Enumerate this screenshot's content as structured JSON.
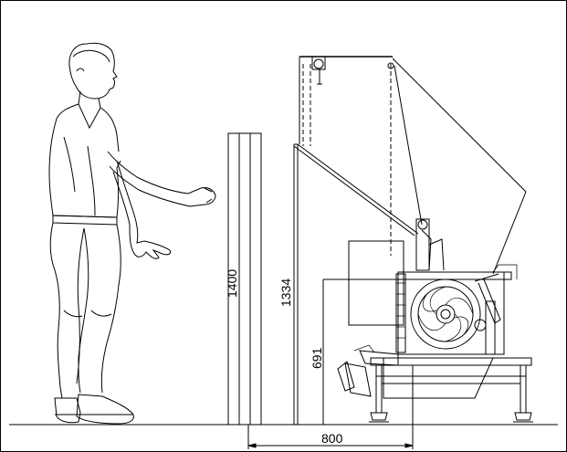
{
  "dimensions": {
    "reference_height": "1400",
    "hopper_height": "1334",
    "infeed_height": "691",
    "depth": "800"
  }
}
